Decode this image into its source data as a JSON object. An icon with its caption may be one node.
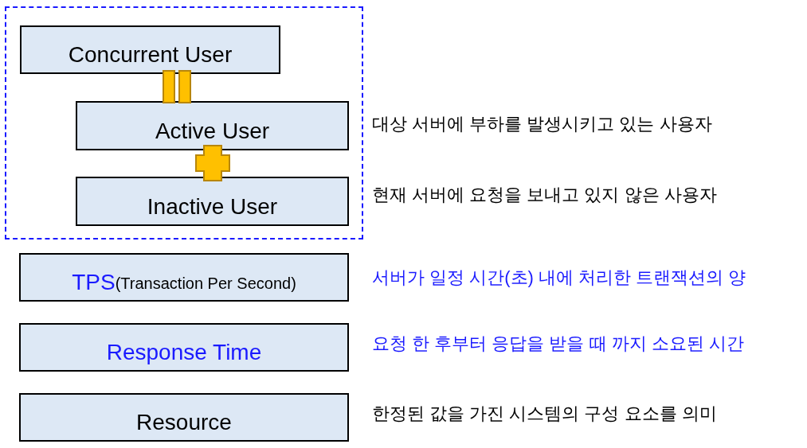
{
  "diagram": {
    "nodes": [
      {
        "text": [],
        "shape": "box"
      },
      {
        "text": [
          "Concurrent User"
        ],
        "in": 0
      },
      {
        "text": [
          "Active User"
        ],
        "in": 0,
        "beside": [
          "대상 서버에 부하를 발생시키고 있는 사용자"
        ]
      },
      {
        "text": [
          "Inactive User"
        ],
        "in": 0,
        "beside": [
          "현재 서버에 요청을 보내고 있지 않은 사용자"
        ]
      },
      {
        "text": [
          "TPS",
          "(Transaction Per Second)"
        ],
        "beside": [
          "서버가 일정 시간(초) 내에 처리한 트랜잭션의 양"
        ]
      },
      {
        "text": [
          "Response Time"
        ],
        "beside": [
          "요청 한 후부터 응답을 받을 때 까지 소요된 시간"
        ]
      },
      {
        "text": [
          "Resource"
        ],
        "beside": [
          "한정된 값을 가진 시스템의 구성 요소를 의미"
        ]
      }
    ]
  }
}
